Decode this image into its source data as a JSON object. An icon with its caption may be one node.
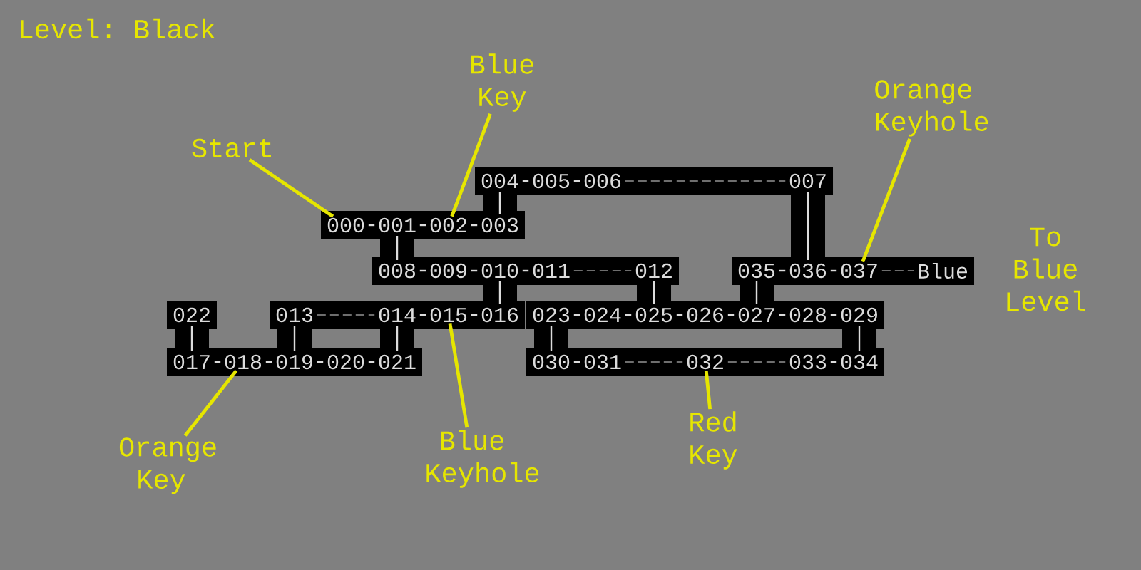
{
  "diagram": {
    "title": "Level: Black",
    "nodes": [
      {
        "text": [
          "000"
        ]
      },
      {
        "text": [
          "001"
        ]
      },
      {
        "text": [
          "002"
        ]
      },
      {
        "text": [
          "003"
        ]
      },
      {
        "text": [
          "004"
        ]
      },
      {
        "text": [
          "005"
        ]
      },
      {
        "text": [
          "006"
        ]
      },
      {
        "text": [
          "007"
        ]
      },
      {
        "text": [
          "008"
        ]
      },
      {
        "text": [
          "009"
        ]
      },
      {
        "text": [
          "010"
        ]
      },
      {
        "text": [
          "011"
        ]
      },
      {
        "text": [
          "012"
        ]
      },
      {
        "text": [
          "013"
        ]
      },
      {
        "text": [
          "014"
        ]
      },
      {
        "text": [
          "015"
        ]
      },
      {
        "text": [
          "016"
        ]
      },
      {
        "text": [
          "017"
        ]
      },
      {
        "text": [
          "018"
        ]
      },
      {
        "text": [
          "019"
        ]
      },
      {
        "text": [
          "020"
        ]
      },
      {
        "text": [
          "021"
        ]
      },
      {
        "text": [
          "022"
        ]
      },
      {
        "text": [
          "023"
        ]
      },
      {
        "text": [
          "024"
        ]
      },
      {
        "text": [
          "025"
        ]
      },
      {
        "text": [
          "026"
        ]
      },
      {
        "text": [
          "027"
        ]
      },
      {
        "text": [
          "028"
        ]
      },
      {
        "text": [
          "029"
        ]
      },
      {
        "text": [
          "030"
        ]
      },
      {
        "text": [
          "031"
        ]
      },
      {
        "text": [
          "032"
        ]
      },
      {
        "text": [
          "033"
        ]
      },
      {
        "text": [
          "034"
        ]
      },
      {
        "text": [
          "035"
        ]
      },
      {
        "text": [
          "036"
        ]
      },
      {
        "text": [
          "037"
        ]
      },
      {
        "text": [
          "Blue"
        ]
      },
      {
        "text": [
          "Start"
        ]
      },
      {
        "text": [
          "Blue Key"
        ]
      },
      {
        "text": [
          "Orange Keyhole"
        ]
      },
      {
        "text": [
          "Orange Key"
        ]
      },
      {
        "text": [
          "Blue Keyhole"
        ]
      },
      {
        "text": [
          "Red Key"
        ]
      }
    ],
    "edges": [
      {
        "from": 4,
        "to": 5,
        "arrow": "none"
      },
      {
        "from": 5,
        "to": 6,
        "arrow": "none"
      },
      {
        "from": 6,
        "to": 7,
        "arrow": "none",
        "style": "dashed"
      },
      {
        "from": 4,
        "to": 3,
        "arrow": "none"
      },
      {
        "from": 7,
        "to": 36,
        "arrow": "none"
      },
      {
        "from": 0,
        "to": 1,
        "arrow": "none"
      },
      {
        "from": 1,
        "to": 2,
        "arrow": "none"
      },
      {
        "from": 2,
        "to": 3,
        "arrow": "none"
      },
      {
        "from": 1,
        "to": 8,
        "arrow": "none"
      },
      {
        "from": 8,
        "to": 9,
        "arrow": "none"
      },
      {
        "from": 9,
        "to": 10,
        "arrow": "none"
      },
      {
        "from": 10,
        "to": 11,
        "arrow": "none"
      },
      {
        "from": 11,
        "to": 12,
        "arrow": "none",
        "style": "dashed"
      },
      {
        "from": 35,
        "to": 36,
        "arrow": "none"
      },
      {
        "from": 36,
        "to": 37,
        "arrow": "none"
      },
      {
        "from": 37,
        "to": 38,
        "arrow": "none",
        "style": "dashed"
      },
      {
        "from": 10,
        "to": 16,
        "arrow": "none"
      },
      {
        "from": 12,
        "to": 25,
        "arrow": "none"
      },
      {
        "from": 35,
        "to": 27,
        "arrow": "none"
      },
      {
        "from": 13,
        "to": 14,
        "arrow": "none",
        "style": "dashed"
      },
      {
        "from": 14,
        "to": 15,
        "arrow": "none"
      },
      {
        "from": 15,
        "to": 16,
        "arrow": "none"
      },
      {
        "from": 22,
        "to": 17,
        "arrow": "none"
      },
      {
        "from": 13,
        "to": 19,
        "arrow": "none"
      },
      {
        "from": 14,
        "to": 21,
        "arrow": "none"
      },
      {
        "from": 23,
        "to": 24,
        "arrow": "none"
      },
      {
        "from": 24,
        "to": 25,
        "arrow": "none"
      },
      {
        "from": 25,
        "to": 26,
        "arrow": "none"
      },
      {
        "from": 26,
        "to": 27,
        "arrow": "none"
      },
      {
        "from": 27,
        "to": 28,
        "arrow": "none"
      },
      {
        "from": 28,
        "to": 29,
        "arrow": "none"
      },
      {
        "from": 17,
        "to": 18,
        "arrow": "none"
      },
      {
        "from": 18,
        "to": 19,
        "arrow": "none"
      },
      {
        "from": 19,
        "to": 20,
        "arrow": "none"
      },
      {
        "from": 20,
        "to": 21,
        "arrow": "none"
      },
      {
        "from": 23,
        "to": 30,
        "arrow": "none"
      },
      {
        "from": 29,
        "to": 34,
        "arrow": "none"
      },
      {
        "from": 30,
        "to": 31,
        "arrow": "none"
      },
      {
        "from": 31,
        "to": 32,
        "arrow": "none",
        "style": "dashed"
      },
      {
        "from": 32,
        "to": 33,
        "arrow": "none",
        "style": "dashed"
      },
      {
        "from": 33,
        "to": 34,
        "arrow": "none"
      },
      {
        "from": 39,
        "to": 0,
        "arrow": "none",
        "color": "#e6e600"
      },
      {
        "from": 40,
        "to": 2,
        "arrow": "none",
        "color": "#e6e600"
      },
      {
        "from": 41,
        "to": 37,
        "arrow": "none",
        "color": "#e6e600"
      },
      {
        "from": 42,
        "to": 18,
        "arrow": "none",
        "color": "#e6e600"
      },
      {
        "from": 43,
        "to": 15,
        "arrow": "none",
        "color": "#e6e600"
      },
      {
        "from": 44,
        "to": 32,
        "arrow": "none",
        "color": "#e6e600"
      }
    ],
    "labels": [
      "To Blue Level"
    ]
  }
}
